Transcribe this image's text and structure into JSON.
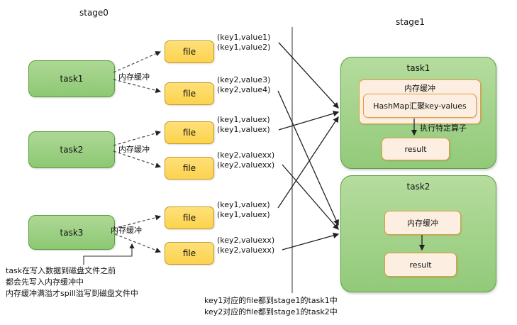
{
  "stage0": {
    "label": "stage0"
  },
  "stage1": {
    "label": "stage1"
  },
  "left_tasks": [
    {
      "label": "task1",
      "buffer": "内存缓冲"
    },
    {
      "label": "task2",
      "buffer": "内存缓冲"
    },
    {
      "label": "task3",
      "buffer": "内存缓冲"
    }
  ],
  "files": [
    {
      "label": "file",
      "kv": [
        "(key1,value1)",
        "(key1,value2)"
      ]
    },
    {
      "label": "file",
      "kv": [
        "(key2,value3)",
        "(key2,value4)"
      ]
    },
    {
      "label": "file",
      "kv": [
        "(key1,valuex)",
        "(key1,valuex)"
      ]
    },
    {
      "label": "file",
      "kv": [
        "(key2,valuexx)",
        "(key2,valuexx)"
      ]
    },
    {
      "label": "file",
      "kv": [
        "(key1,valuex)",
        "(key1,valuex)"
      ]
    },
    {
      "label": "file",
      "kv": [
        "(key2,valuexx)",
        "(key2,valuexx)"
      ]
    }
  ],
  "right_task1": {
    "label": "task1",
    "buffer": "内存缓冲",
    "hashmap": "HashMap汇聚key-values",
    "operator": "执行特定算子",
    "result": "result"
  },
  "right_task2": {
    "label": "task2",
    "buffer": "内存缓冲",
    "result": "result"
  },
  "notes": {
    "spill": [
      "task在写入数据到磁盘文件之前",
      "都会先写入内存缓冲中",
      "内存缓冲满溢才spill溢写到磁盘文件中"
    ],
    "routing": [
      "key1对应的file都到stage1的task1中",
      "key2对应的file都到stage1的task2中"
    ]
  }
}
